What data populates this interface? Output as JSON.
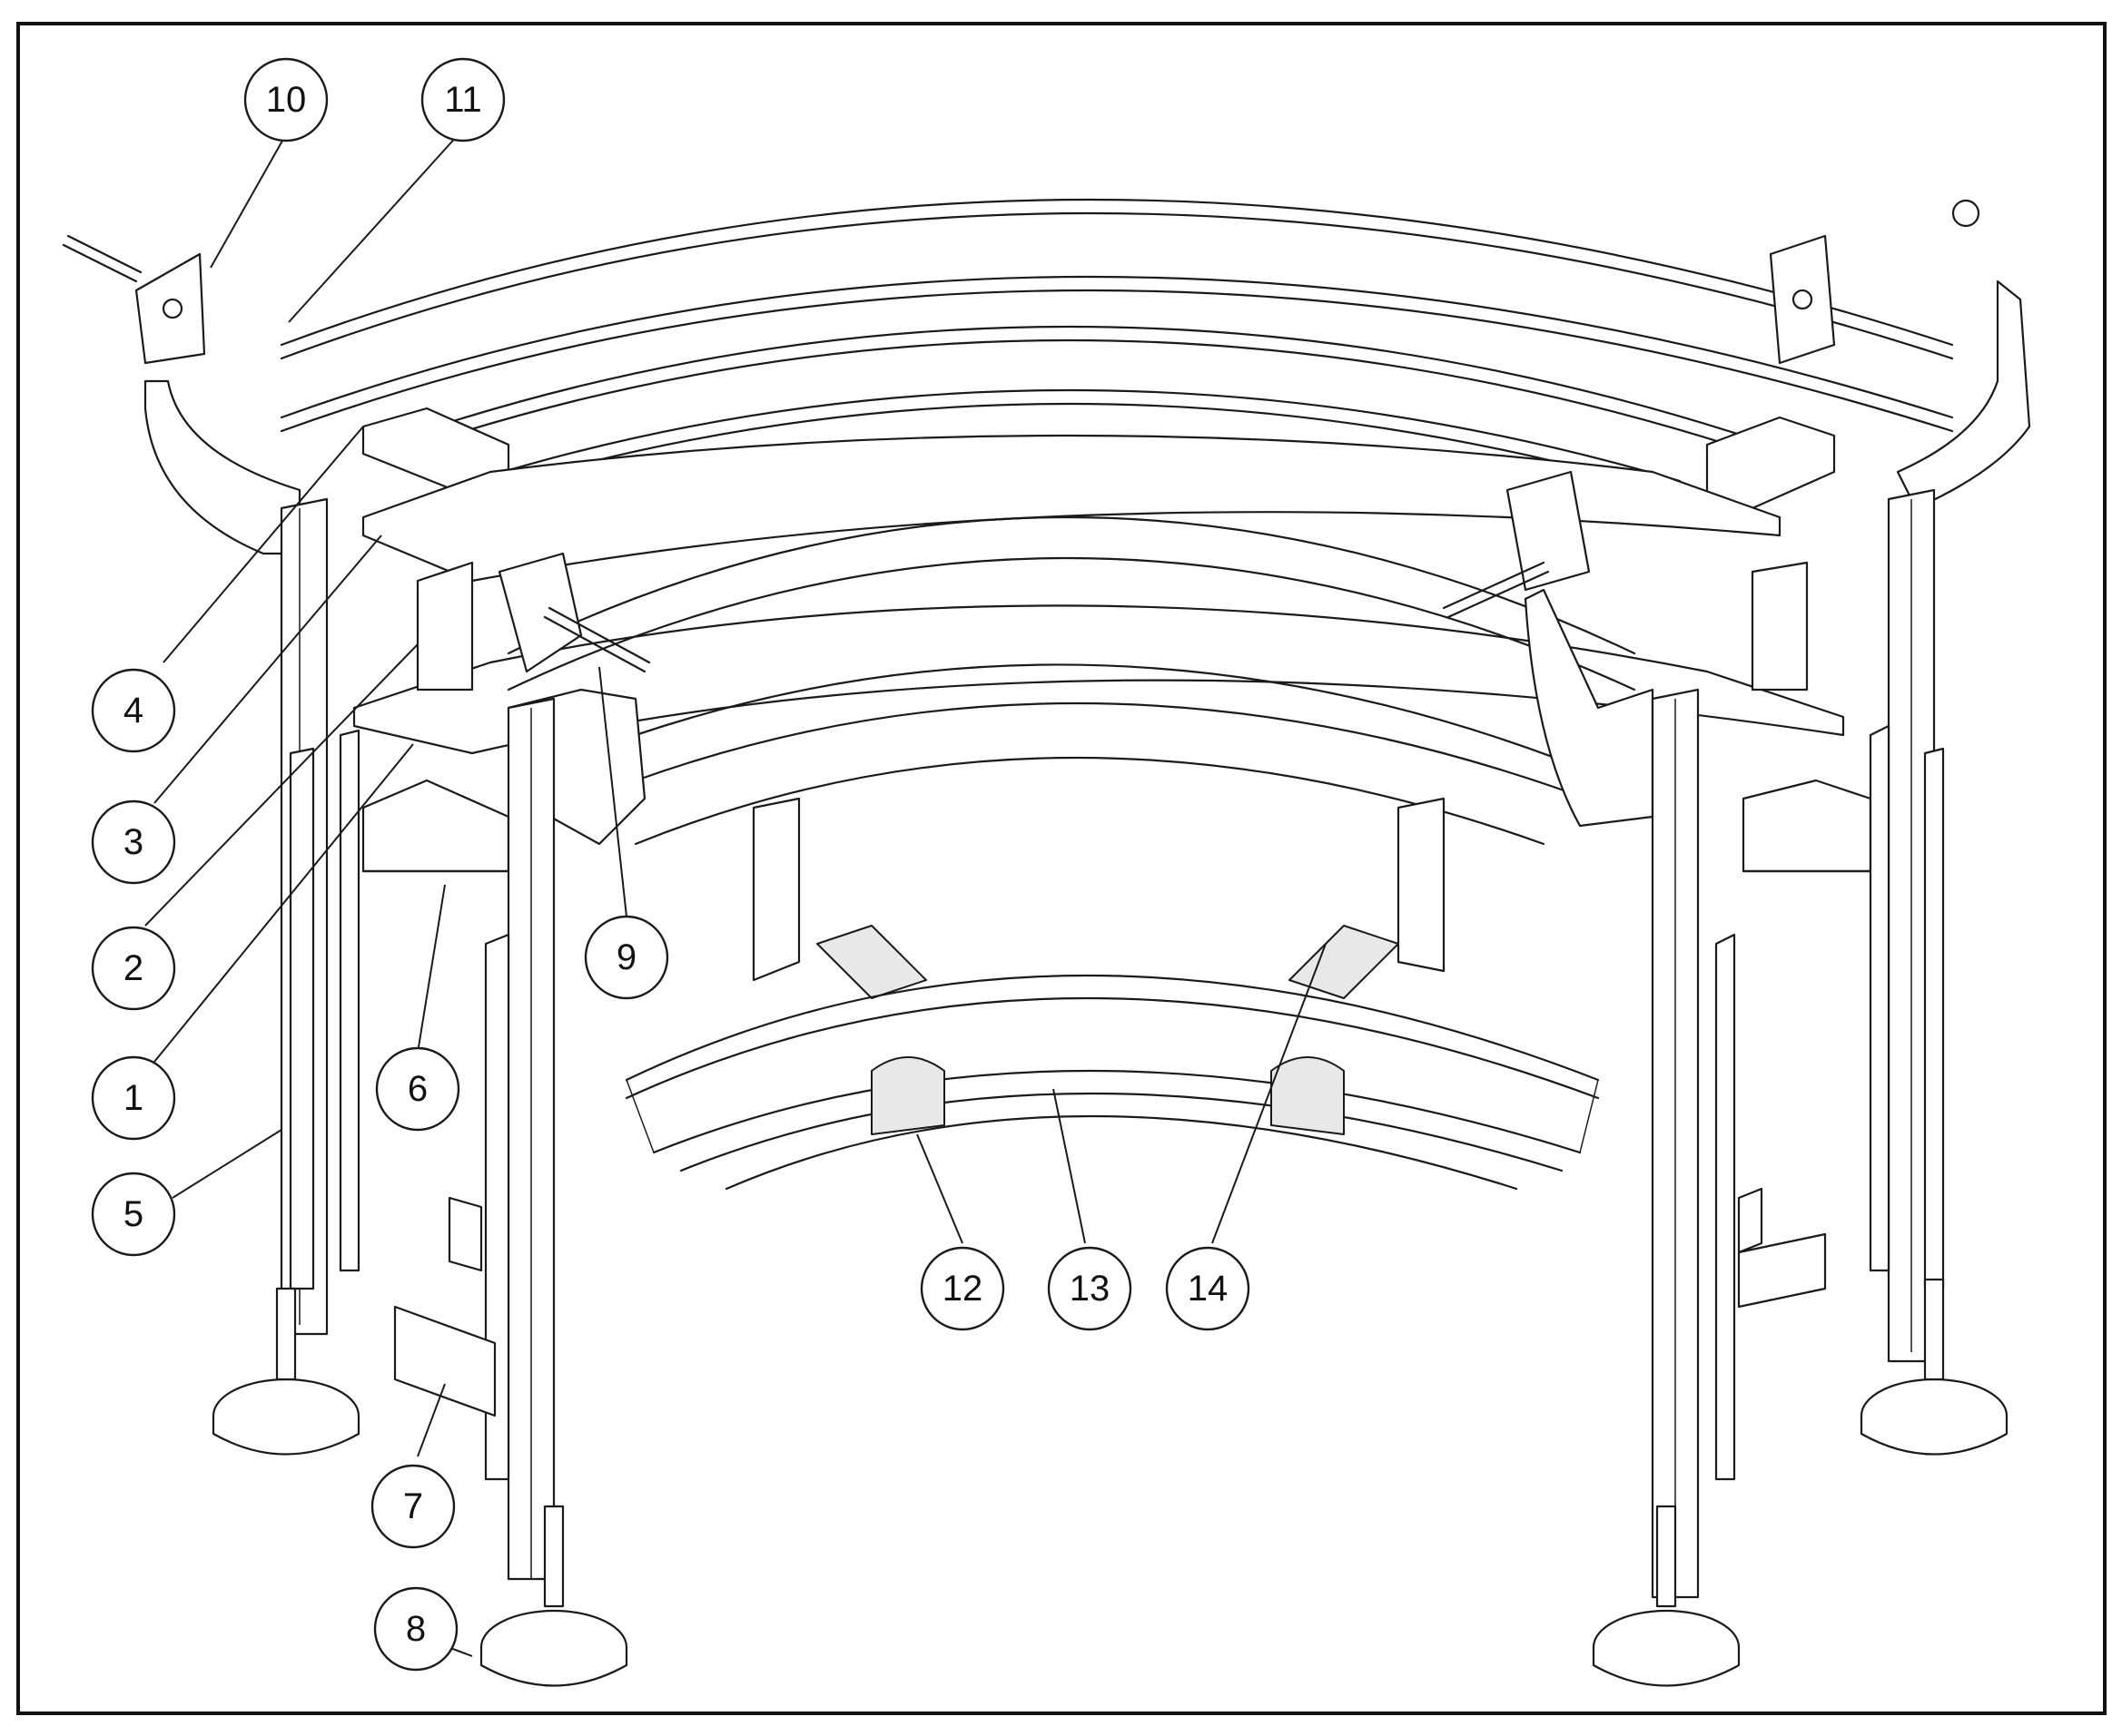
{
  "callouts": [
    {
      "label": "1"
    },
    {
      "label": "2"
    },
    {
      "label": "3"
    },
    {
      "label": "4"
    },
    {
      "label": "5"
    },
    {
      "label": "6"
    },
    {
      "label": "7"
    },
    {
      "label": "8"
    },
    {
      "label": "9"
    },
    {
      "label": "10"
    },
    {
      "label": "11"
    },
    {
      "label": "12"
    },
    {
      "label": "13"
    },
    {
      "label": "14"
    }
  ],
  "colors": {
    "line": "#1a1a1a",
    "background": "#ffffff",
    "shade": "#e8e8e8"
  }
}
